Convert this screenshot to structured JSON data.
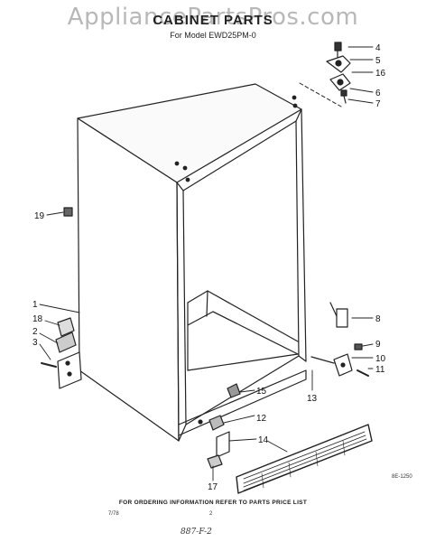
{
  "watermark": "AppliancePartsPros.com",
  "title": "CABINET PARTS",
  "subtitle": "For Model EWD25PM-0",
  "footer_text": "FOR ORDERING INFORMATION REFER TO PARTS PRICE LIST",
  "footer_left": "7/78",
  "footer_page": "2",
  "diagram_code": "8E-1250",
  "handwritten": "887-F-2",
  "callouts": [
    "1",
    "2",
    "3",
    "4",
    "5",
    "6",
    "7",
    "8",
    "9",
    "10",
    "11",
    "12",
    "13",
    "14",
    "15",
    "16",
    "17",
    "18",
    "19"
  ]
}
